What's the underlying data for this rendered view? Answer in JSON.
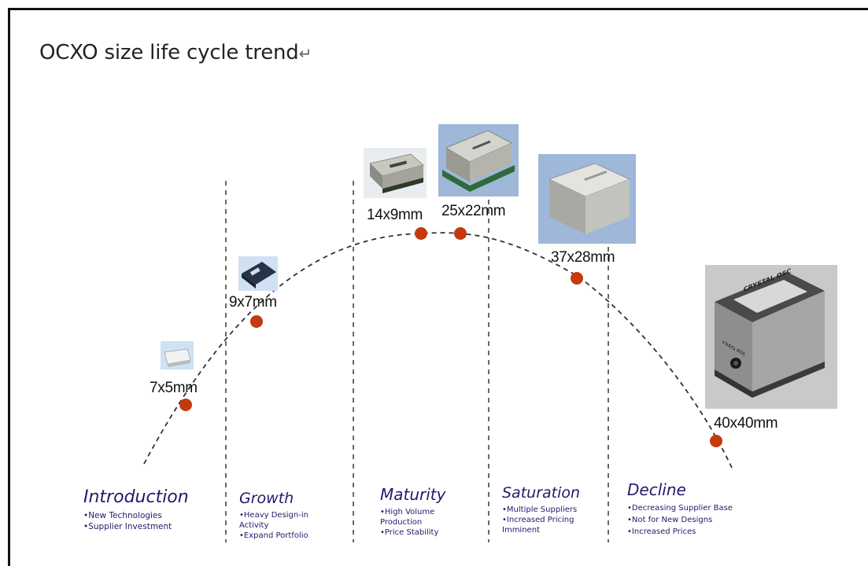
{
  "title": "OCXO size life cycle trend",
  "title_mark": "↵",
  "sizes": [
    {
      "label": "7x5mm"
    },
    {
      "label": "9x7mm"
    },
    {
      "label": "14x9mm"
    },
    {
      "label": "25x22mm"
    },
    {
      "label": "37x28mm"
    },
    {
      "label": "40x40mm"
    }
  ],
  "stages": [
    {
      "name": "Introduction",
      "bullets": [
        "New Technologies",
        "Supplier Investment"
      ]
    },
    {
      "name": "Growth",
      "bullets": [
        "Heavy Design-in Activity",
        "Expand Portfolio"
      ]
    },
    {
      "name": "Maturity",
      "bullets": [
        "High Volume Production",
        "Price Stability"
      ]
    },
    {
      "name": "Saturation",
      "bullets": [
        "Multiple Suppliers",
        "Increased Pricing Imminent"
      ]
    },
    {
      "name": "Decline",
      "bullets": [
        "Decreasing Supplier Base",
        "Not for New Designs",
        "Increased Prices"
      ]
    }
  ],
  "product_photo_label": {
    "line1": "CRYSTAL OSC",
    "line2": "FREQ ADJ"
  },
  "colors": {
    "marker": "#c43a0e",
    "stage_text": "#1f1b6b",
    "curve": "#333333"
  }
}
